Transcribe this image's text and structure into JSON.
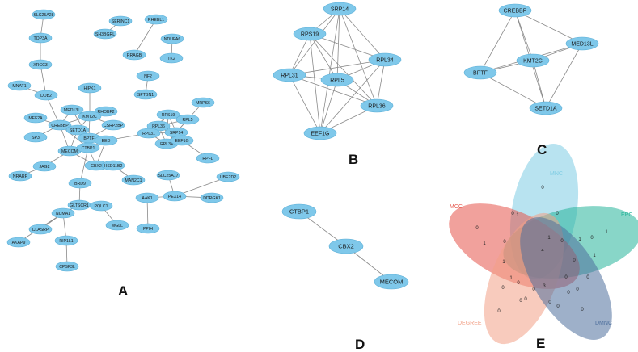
{
  "colors": {
    "node_fill": "#7fc8ea",
    "node_stroke": "#5aaed6",
    "edge": "#8a8a8a",
    "MNC": "#7dcce3",
    "EPC": "#27b59a",
    "MCC": "#e5544a",
    "DEGREE": "#f2a187",
    "DMNC": "#4e6f9d"
  },
  "panels": {
    "A": {
      "letter": "A",
      "nodes": [
        {
          "id": "SLC25A28",
          "label": "SLC25A28"
        },
        {
          "id": "TOP3A",
          "label": "TOP3A"
        },
        {
          "id": "XRCC3",
          "label": "XRCC3"
        },
        {
          "id": "MNAT1",
          "label": "MNAT1"
        },
        {
          "id": "DDB2",
          "label": "DDB2"
        },
        {
          "id": "HIPK1",
          "label": "HIPK1"
        },
        {
          "id": "MED13L",
          "label": "MED13L"
        },
        {
          "id": "RHOBF2",
          "label": "RHOBF2"
        },
        {
          "id": "KMT2C",
          "label": "KMT2C"
        },
        {
          "id": "MEF2A",
          "label": "MEF2A"
        },
        {
          "id": "CREBBP",
          "label": "CREBBP"
        },
        {
          "id": "SETD1A",
          "label": "SETD1A"
        },
        {
          "id": "CSRP2BP",
          "label": "CSRP2BP"
        },
        {
          "id": "SP3",
          "label": "SP3"
        },
        {
          "id": "BPTF",
          "label": "BPTF"
        },
        {
          "id": "EED",
          "label": "EED"
        },
        {
          "id": "MECOM",
          "label": "MECOM"
        },
        {
          "id": "CTBP1",
          "label": "CTBP1"
        },
        {
          "id": "NRARP",
          "label": "NRARP"
        },
        {
          "id": "JAG2",
          "label": "JAG2"
        },
        {
          "id": "CBX2",
          "label": "CBX2"
        },
        {
          "id": "HSD11B2",
          "label": "HSD11B2"
        },
        {
          "id": "BRD9",
          "label": "BRD9"
        },
        {
          "id": "GLTSCR1",
          "label": "GLTSCR1"
        },
        {
          "id": "PQLC1",
          "label": "PQLC1"
        },
        {
          "id": "NUMA1",
          "label": "NUMA1"
        },
        {
          "id": "CLASRP",
          "label": "CLASRP"
        },
        {
          "id": "MGLL",
          "label": "MGLL"
        },
        {
          "id": "AKAP9",
          "label": "AKAP9"
        },
        {
          "id": "RIP1L1",
          "label": "RIP1L1"
        },
        {
          "id": "CPSF3L",
          "label": "CPSF3L"
        },
        {
          "id": "SERINC1",
          "label": "SERINC1"
        },
        {
          "id": "SH3BGRL",
          "label": "SH3BGRL"
        },
        {
          "id": "RHEBL1",
          "label": "RHEBL1"
        },
        {
          "id": "NDUFA6",
          "label": "NDUFA6"
        },
        {
          "id": "RRAGB",
          "label": "RRAGB"
        },
        {
          "id": "TK2",
          "label": "TK2"
        },
        {
          "id": "NF2",
          "label": "NF2"
        },
        {
          "id": "SPTBN1",
          "label": "SPTBN1"
        },
        {
          "id": "MRPS6",
          "label": "MRPS6"
        },
        {
          "id": "RPS19",
          "label": "RPS19"
        },
        {
          "id": "RPL5",
          "label": "RPL5"
        },
        {
          "id": "RPL36",
          "label": "RPL36"
        },
        {
          "id": "RPL31",
          "label": "RPL31"
        },
        {
          "id": "SRP14",
          "label": "SRP14"
        },
        {
          "id": "RPL34",
          "label": "RPL34"
        },
        {
          "id": "EEF1G",
          "label": "EEF1G"
        },
        {
          "id": "RPFL",
          "label": "RPFL"
        },
        {
          "id": "MAN2C1",
          "label": "MAN2C1"
        },
        {
          "id": "SLC25A17",
          "label": "SLC25A17"
        },
        {
          "id": "UBE2D2",
          "label": "UBE2D2"
        },
        {
          "id": "AAK1",
          "label": "AAK1"
        },
        {
          "id": "PEX14",
          "label": "PEX14"
        },
        {
          "id": "DDRGK1",
          "label": "DDRGK1"
        },
        {
          "id": "PPIH",
          "label": "PPIH"
        }
      ],
      "edges": [
        [
          "SLC25A28",
          "TOP3A"
        ],
        [
          "TOP3A",
          "XRCC3"
        ],
        [
          "XRCC3",
          "DDB2"
        ],
        [
          "MNAT1",
          "DDB2"
        ],
        [
          "DDB2",
          "CREBBP"
        ],
        [
          "HIPK1",
          "KMT2C"
        ],
        [
          "MED13L",
          "KMT2C"
        ],
        [
          "MED13L",
          "CREBBP"
        ],
        [
          "MED13L",
          "BPTF"
        ],
        [
          "RHOBF2",
          "KMT2C"
        ],
        [
          "KMT2C",
          "SETD1A"
        ],
        [
          "KMT2C",
          "CSRP2BP"
        ],
        [
          "KMT2C",
          "BPTF"
        ],
        [
          "KMT2C",
          "CREBBP"
        ],
        [
          "MEF2A",
          "CREBBP"
        ],
        [
          "CREBBP",
          "SETD1A"
        ],
        [
          "CREBBP",
          "BPTF"
        ],
        [
          "CREBBP",
          "SP3"
        ],
        [
          "CREBBP",
          "MECOM"
        ],
        [
          "CREBBP",
          "CTBP1"
        ],
        [
          "SETD1A",
          "BPTF"
        ],
        [
          "SETD1A",
          "MECOM"
        ],
        [
          "CSRP2BP",
          "BPTF"
        ],
        [
          "BPTF",
          "EED"
        ],
        [
          "EED",
          "CTBP1"
        ],
        [
          "EED",
          "CBX2"
        ],
        [
          "EED",
          "RPL31"
        ],
        [
          "MECOM",
          "CTBP1"
        ],
        [
          "MECOM",
          "CBX2"
        ],
        [
          "MECOM",
          "JAG2"
        ],
        [
          "CTBP1",
          "CBX2"
        ],
        [
          "JAG2",
          "NRARP"
        ],
        [
          "CBX2",
          "HSD11B2"
        ],
        [
          "CTBP1",
          "BRD9"
        ],
        [
          "BRD9",
          "GLTSCR1"
        ],
        [
          "GLTSCR1",
          "PQLC1"
        ],
        [
          "PQLC1",
          "MGLL"
        ],
        [
          "GLTSCR1",
          "NUMA1"
        ],
        [
          "NUMA1",
          "CLASRP"
        ],
        [
          "NUMA1",
          "AKAP9"
        ],
        [
          "NUMA1",
          "RIP1L1"
        ],
        [
          "RIP1L1",
          "CPSF3L"
        ],
        [
          "SERINC1",
          "SH3BGRL"
        ],
        [
          "RHEBL1",
          "RRAGB"
        ],
        [
          "NDUFA6",
          "TK2"
        ],
        [
          "NF2",
          "SPTBN1"
        ],
        [
          "MRPS6",
          "RPL5"
        ],
        [
          "RPS19",
          "RPL5"
        ],
        [
          "RPS19",
          "RPL36"
        ],
        [
          "RPS19",
          "SRP14"
        ],
        [
          "RPS19",
          "RPL34"
        ],
        [
          "RPS19",
          "RPL31"
        ],
        [
          "RPL5",
          "RPL36"
        ],
        [
          "RPL5",
          "SRP14"
        ],
        [
          "RPL5",
          "RPL34"
        ],
        [
          "RPL36",
          "SRP14"
        ],
        [
          "RPL36",
          "RPL34"
        ],
        [
          "RPL36",
          "RPL31"
        ],
        [
          "RPL31",
          "SRP14"
        ],
        [
          "RPL31",
          "RPL34"
        ],
        [
          "SRP14",
          "RPL34"
        ],
        [
          "SRP14",
          "EEF1G"
        ],
        [
          "RPL34",
          "EEF1G"
        ],
        [
          "RPL36",
          "EEF1G"
        ],
        [
          "EEF1G",
          "RPFL"
        ],
        [
          "HSD11B2",
          "MAN2C1"
        ],
        [
          "SLC25A17",
          "PEX14"
        ],
        [
          "UBE2D2",
          "PEX14"
        ],
        [
          "AAK1",
          "PEX14"
        ],
        [
          "PEX14",
          "DDRGK1"
        ],
        [
          "AAK1",
          "PPIH"
        ]
      ]
    },
    "B": {
      "letter": "B",
      "nodes": [
        {
          "id": "SRP14",
          "label": "SRP14"
        },
        {
          "id": "RPS19",
          "label": "RPS19"
        },
        {
          "id": "RPL34",
          "label": "RPL34"
        },
        {
          "id": "RPL31",
          "label": "RPL31"
        },
        {
          "id": "RPL5",
          "label": "RPL5"
        },
        {
          "id": "RPL36",
          "label": "RPL36"
        },
        {
          "id": "EEF1G",
          "label": "EEF1G"
        }
      ],
      "edges": [
        [
          "SRP14",
          "RPS19"
        ],
        [
          "SRP14",
          "RPL34"
        ],
        [
          "SRP14",
          "RPL31"
        ],
        [
          "SRP14",
          "RPL5"
        ],
        [
          "SRP14",
          "RPL36"
        ],
        [
          "SRP14",
          "EEF1G"
        ],
        [
          "RPS19",
          "RPL34"
        ],
        [
          "RPS19",
          "RPL31"
        ],
        [
          "RPS19",
          "RPL5"
        ],
        [
          "RPS19",
          "RPL36"
        ],
        [
          "RPS19",
          "EEF1G"
        ],
        [
          "RPL34",
          "RPL31"
        ],
        [
          "RPL34",
          "RPL5"
        ],
        [
          "RPL34",
          "RPL36"
        ],
        [
          "RPL34",
          "EEF1G"
        ],
        [
          "RPL31",
          "RPL5"
        ],
        [
          "RPL31",
          "RPL36"
        ],
        [
          "RPL31",
          "EEF1G"
        ],
        [
          "RPL5",
          "RPL36"
        ],
        [
          "RPL5",
          "EEF1G"
        ],
        [
          "RPL36",
          "EEF1G"
        ]
      ]
    },
    "C": {
      "letter": "C",
      "nodes": [
        {
          "id": "CREBBP",
          "label": "CREBBP"
        },
        {
          "id": "MED13L",
          "label": "MED13L"
        },
        {
          "id": "KMT2C",
          "label": "KMT2C"
        },
        {
          "id": "BPTF",
          "label": "BPTF"
        },
        {
          "id": "SETD1A",
          "label": "SETD1A"
        }
      ],
      "edges": [
        [
          "CREBBP",
          "MED13L"
        ],
        [
          "CREBBP",
          "KMT2C"
        ],
        [
          "CREBBP",
          "BPTF"
        ],
        [
          "CREBBP",
          "SETD1A"
        ],
        [
          "MED13L",
          "KMT2C"
        ],
        [
          "MED13L",
          "BPTF"
        ],
        [
          "MED13L",
          "SETD1A"
        ],
        [
          "KMT2C",
          "BPTF"
        ],
        [
          "KMT2C",
          "SETD1A"
        ],
        [
          "BPTF",
          "SETD1A"
        ]
      ]
    },
    "D": {
      "letter": "D",
      "nodes": [
        {
          "id": "CTBP1",
          "label": "CTBP1"
        },
        {
          "id": "CBX2",
          "label": "CBX2"
        },
        {
          "id": "MECOM",
          "label": "MECOM"
        }
      ],
      "edges": [
        [
          "CTBP1",
          "CBX2"
        ],
        [
          "CBX2",
          "MECOM"
        ]
      ]
    },
    "E": {
      "letter": "E",
      "sets": [
        {
          "name": "MNC"
        },
        {
          "name": "EPC"
        },
        {
          "name": "MCC"
        },
        {
          "name": "DEGREE"
        },
        {
          "name": "DMNC"
        }
      ],
      "region_values": [
        {
          "id": "mnc-only",
          "value": "0"
        },
        {
          "id": "epc-only",
          "value": "1"
        },
        {
          "id": "mcc-only",
          "value": "0"
        },
        {
          "id": "degree-only",
          "value": "0"
        },
        {
          "id": "dmnc-only",
          "value": "0"
        },
        {
          "id": "r1",
          "value": "0"
        },
        {
          "id": "r2",
          "value": "1"
        },
        {
          "id": "r3",
          "value": "0"
        },
        {
          "id": "r4",
          "value": "1"
        },
        {
          "id": "r5",
          "value": "1"
        },
        {
          "id": "r6",
          "value": "0"
        },
        {
          "id": "r7",
          "value": "0"
        },
        {
          "id": "r8",
          "value": "1"
        },
        {
          "id": "r9",
          "value": "0"
        },
        {
          "id": "r10",
          "value": "1"
        },
        {
          "id": "center",
          "value": "4"
        },
        {
          "id": "r11",
          "value": "1"
        },
        {
          "id": "r12",
          "value": "0"
        },
        {
          "id": "r13",
          "value": "1"
        },
        {
          "id": "r14",
          "value": "0"
        },
        {
          "id": "r15",
          "value": "0"
        },
        {
          "id": "r16",
          "value": "0"
        },
        {
          "id": "r17",
          "value": "3"
        },
        {
          "id": "r18",
          "value": "0"
        },
        {
          "id": "r19",
          "value": "0"
        },
        {
          "id": "r20",
          "value": "0"
        },
        {
          "id": "r21",
          "value": "0"
        },
        {
          "id": "r22",
          "value": "0"
        },
        {
          "id": "r23",
          "value": "0"
        },
        {
          "id": "r24",
          "value": "0"
        },
        {
          "id": "r25",
          "value": "0"
        }
      ]
    }
  }
}
